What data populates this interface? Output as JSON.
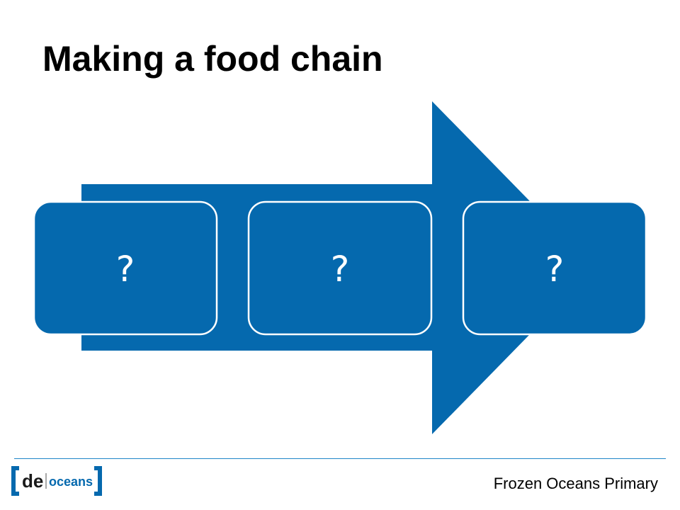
{
  "slide": {
    "title": "Making a food chain"
  },
  "diagram": {
    "boxes": [
      {
        "label": "?"
      },
      {
        "label": "?"
      },
      {
        "label": "?"
      }
    ],
    "colors": {
      "fill": "#0569ae",
      "border": "#ffffff",
      "text": "#ffffff"
    }
  },
  "footer": {
    "text": "Frozen Oceans Primary",
    "rule_color": "#1f86c8"
  },
  "logo": {
    "part1": "de",
    "part2": "oceans",
    "bracket_color": "#0569ae"
  }
}
